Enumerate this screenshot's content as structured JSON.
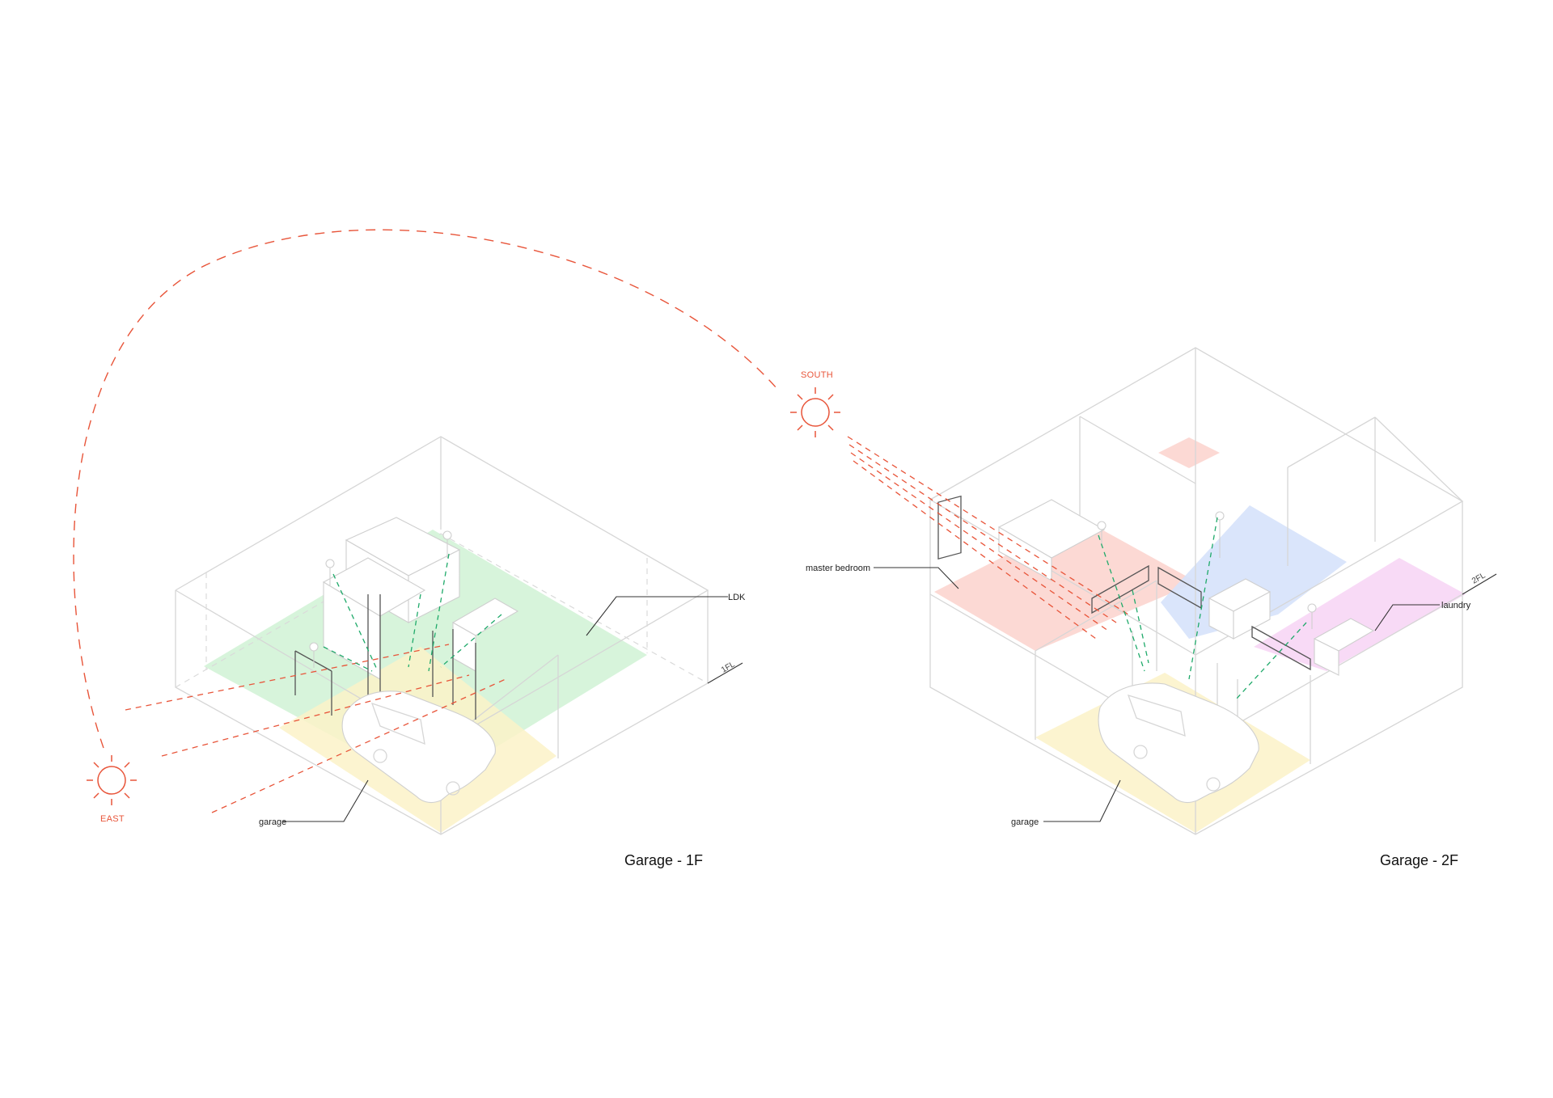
{
  "diagrams": [
    {
      "caption": "Garage - 1F",
      "level_label": "1FL",
      "rooms": [
        {
          "name": "LDK",
          "color": "#c9f0cf"
        },
        {
          "name": "garage",
          "color": "#fbf2c8"
        }
      ]
    },
    {
      "caption": "Garage - 2F",
      "level_label": "2FL",
      "rooms": [
        {
          "name": "master bedroom",
          "color": "#fbd2cd"
        },
        {
          "name": "laundry",
          "color": "#f7d6f5"
        },
        {
          "name": "garage",
          "color": "#fbf2c8"
        }
      ],
      "extra_zone_color": "#d6e2fb"
    }
  ],
  "sun_positions": [
    {
      "label": "EAST"
    },
    {
      "label": "SOUTH"
    }
  ],
  "colors": {
    "sun": "#e8553a",
    "reflected_light": "#1faa6a",
    "lines": "#d6d6d6"
  }
}
